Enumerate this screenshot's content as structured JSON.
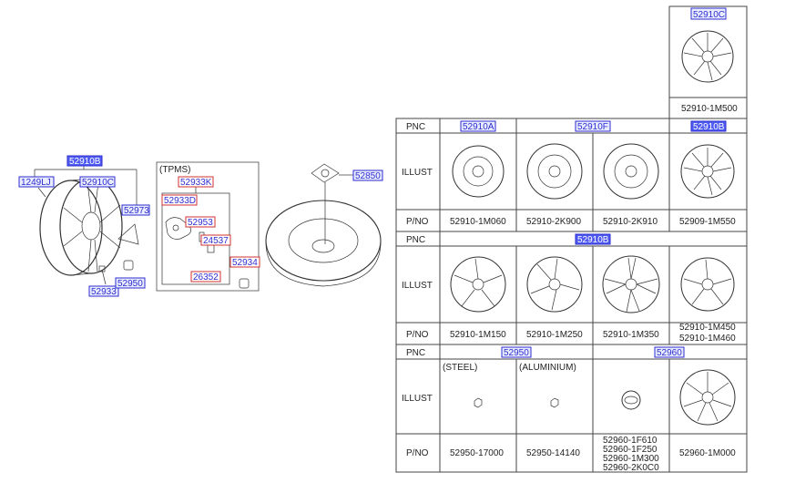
{
  "callouts": {
    "c_52910B": "52910B",
    "c_1249LJ": "1249LJ",
    "c_52910C": "52910C",
    "c_52973": "52973",
    "c_52933": "52933",
    "c_52950": "52950",
    "tpms_title": "(TPMS)",
    "c_52933K": "52933K",
    "c_52933D": "52933D",
    "c_52953": "52953",
    "c_24537": "24537",
    "c_26352": "26352",
    "c_52934": "52934",
    "c_52850": "52850"
  },
  "top_card": {
    "pnc": "52910C",
    "pno": "52910-1M500"
  },
  "table": {
    "row_labels": {
      "pnc": "PNC",
      "illust": "ILLUST",
      "pno": "P/NO"
    },
    "section1": {
      "pnc": [
        "52910A",
        "52910F",
        "52910B"
      ],
      "pno": [
        "52910-1M060",
        "52910-2K900",
        "52910-2K910",
        "52909-1M550"
      ]
    },
    "section2": {
      "pnc": "52910B",
      "pno": [
        "52910-1M150",
        "52910-1M250",
        "52910-1M350"
      ],
      "pno_last": [
        "52910-1M450",
        "52910-1M460"
      ]
    },
    "section3": {
      "pnc": [
        "52950",
        "52960"
      ],
      "illust_notes": [
        "(STEEL)",
        "(ALUMINIUM)"
      ],
      "pno": [
        "52950-17000",
        "52950-14140"
      ],
      "pno_multi": [
        "52960-1F610",
        "52960-1F250",
        "52960-1M300",
        "52960-2K0C0"
      ],
      "pno_last": "52960-1M000"
    }
  }
}
